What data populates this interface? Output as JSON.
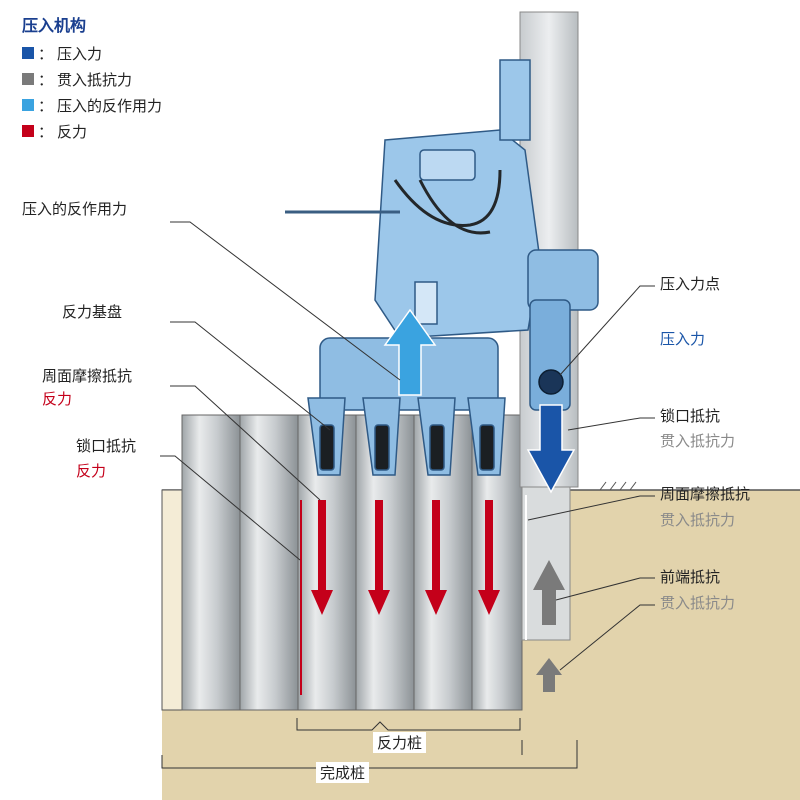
{
  "legend": {
    "title": "压入机构",
    "items": [
      {
        "color": "#1a55a8",
        "label": "压入力"
      },
      {
        "color": "#7a7a7a",
        "label": "贯入抵抗力"
      },
      {
        "color": "#3aa3e0",
        "label": "压入的反作用力"
      },
      {
        "color": "#c4001a",
        "label": "反力"
      }
    ],
    "separator": "："
  },
  "labels": {
    "reaction_of_press": "压入的反作用力",
    "reaction_base": "反力基盘",
    "side_friction": "周面摩擦抵抗",
    "reaction_1": "反力",
    "interlock": "锁口抵抗",
    "reaction_2": "反力",
    "press_point": "压入力点",
    "press_force": "压入力",
    "interlock_right": "锁口抵抗",
    "penetration_1": "贯入抵抗力",
    "side_friction_right": "周面摩擦抵抗",
    "penetration_2": "贯入抵抗力",
    "tip_resistance": "前端抵抗",
    "penetration_3": "贯入抵抗力",
    "reaction_piles": "反力桩",
    "completed_piles": "完成桩"
  },
  "colors": {
    "press": "#1a55a8",
    "resistance": "#7a7a7a",
    "reaction_of_press": "#3aa3e0",
    "reaction": "#c4001a",
    "soil": "#e2d3ac",
    "machine": "#8fbde3"
  }
}
